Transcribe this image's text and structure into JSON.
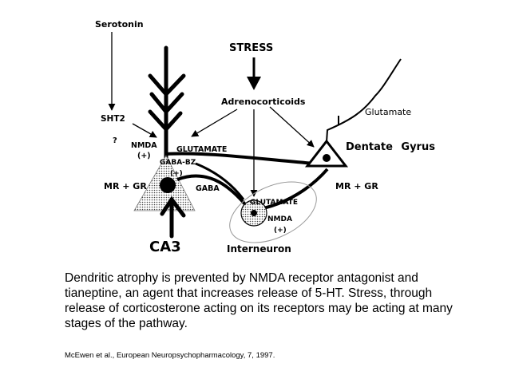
{
  "diagram": {
    "labels": {
      "serotonin": "Serotonin",
      "stress": "STRESS",
      "adrenocorticoids": "Adrenocorticoids",
      "glutamate_top": "Glutamate",
      "sht2": "SHT2",
      "question": "?",
      "nmda_left": "NMDA",
      "plus_left": "(+)",
      "glutamate_ca3": "GLUTAMATE",
      "gaba_bz": "GABA-BZ",
      "plus_mid": "(+)",
      "mr_gr_left": "MR + GR",
      "gaba": "GABA",
      "dentate_gyrus": "Dentate Gyrus",
      "mr_gr_right": "MR + GR",
      "glutamate_inter": "GLUTAMATE",
      "nmda_inter": "NMDA",
      "plus_inter": "(+)",
      "ca3": "CA3",
      "interneuron": "Interneuron"
    }
  },
  "caption": {
    "text": "Dendritic atrophy is prevented by NMDA receptor antagonist and tianeptine, an agent that increases release of 5-HT.  Stress, through release of corticosterone acting on its receptors may be acting at many stages of the pathway."
  },
  "citation": {
    "text": "McEwen et al., European Neuropsychopharmacology, 7, 1997."
  }
}
